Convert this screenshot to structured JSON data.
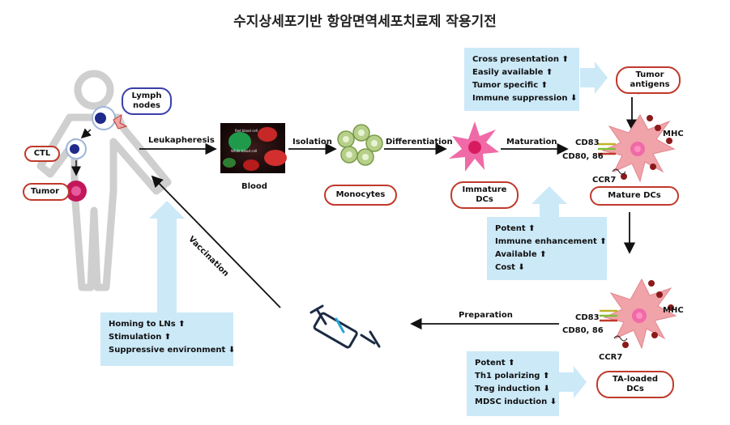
{
  "title": "수지상세포기반 항암면역세포치료제 작용기전",
  "labels": {
    "lymph_nodes_line1": "Lymph",
    "lymph_nodes_line2": "nodes",
    "ctl": "CTL",
    "tumor": "Tumor",
    "leukapheresis": "Leukapheresis",
    "blood": "Blood",
    "isolation": "Isolation",
    "differentiation": "Differentiation",
    "maturation": "Maturation",
    "monocytes": "Monocytes",
    "immature_dcs_line1": "Immature",
    "immature_dcs_line2": "DCs",
    "mature_dcs": "Mature DCs",
    "tumor_antigens_line1": "Tumor",
    "tumor_antigens_line2": "antigens",
    "cd83_top": "CD83",
    "cd80_86_top": "CD80, 86",
    "ccr7_top": "CCR7",
    "mhc_top": "MHC",
    "cd83_bottom": "CD83",
    "cd80_86_bottom": "CD80, 86",
    "ccr7_bottom": "CCR7",
    "mhc_bottom": "MHC",
    "vaccination": "Vaccination",
    "preparation": "Preparation",
    "ta_loaded_line1": "TA-loaded",
    "ta_loaded_line2": "DCs",
    "blood_image_text1": "Red blood cell",
    "blood_image_text2": "White blood cell"
  },
  "boxes": {
    "top_right": [
      "Cross presentation ⬆",
      "Easily available ⬆",
      "Tumor specific  ⬆",
      "Immune suppression ⬇"
    ],
    "middle": [
      "Potent ⬆",
      "Immune enhancement ⬆",
      "Available ⬆",
      "Cost ⬇"
    ],
    "bottom_right": [
      "Potent ⬆",
      "Th1 polarizing ⬆",
      "Treg induction ⬇",
      "MDSC induction ⬇"
    ],
    "bottom_left": [
      "Homing to LNs ⬆",
      "Stimulation ⬆",
      "Suppressive environment ⬇"
    ]
  },
  "colors": {
    "pill_border": "#c0392b",
    "box_fill": "#cce9f8",
    "arrow_light": "#cce9f8",
    "dc_fill": "#f0a3a8",
    "immature_dc_fill": "#f06aa8",
    "monocyte_fill": "#b6d08a",
    "lymph_border": "#3b3fa8"
  }
}
